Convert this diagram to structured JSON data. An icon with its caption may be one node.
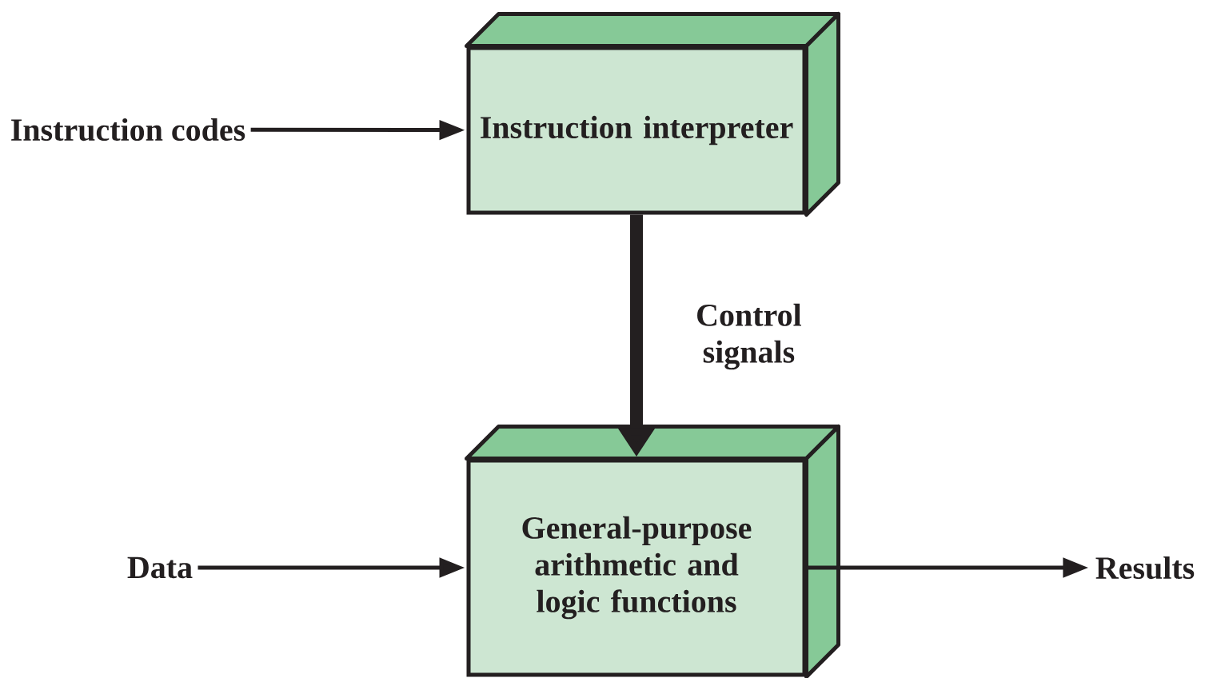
{
  "diagram": {
    "nodes": [
      {
        "text": [
          "Instruction codes"
        ]
      },
      {
        "text": [
          "Instruction interpreter"
        ]
      },
      {
        "text": [
          "General-purpose arithmetic and logic functions"
        ]
      },
      {
        "text": [
          "Data"
        ]
      },
      {
        "text": [
          "Results"
        ]
      }
    ],
    "edges": [
      {
        "from": 0,
        "to": 1,
        "arrow": "to"
      },
      {
        "from": 1,
        "to": 2,
        "arrow": "to",
        "style": "thick",
        "label": "Control signals"
      },
      {
        "from": 3,
        "to": 2,
        "arrow": "to"
      },
      {
        "from": 2,
        "to": 4,
        "arrow": "to"
      }
    ]
  }
}
